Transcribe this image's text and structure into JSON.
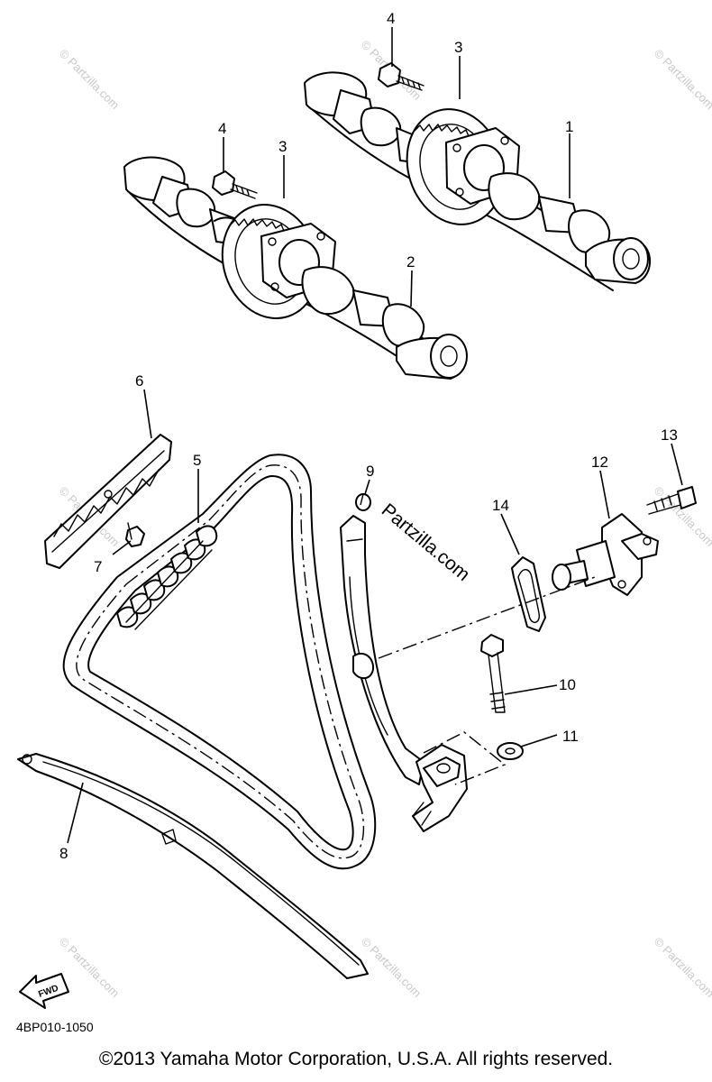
{
  "callouts": {
    "c1": "1",
    "c2": "2",
    "c3a": "3",
    "c3b": "3",
    "c4a": "4",
    "c4b": "4",
    "c5": "5",
    "c6": "6",
    "c7": "7",
    "c8": "8",
    "c9": "9",
    "c10": "10",
    "c11": "11",
    "c12": "12",
    "c13": "13",
    "c14": "14"
  },
  "watermark": {
    "brand": "Partzilla.com",
    "small": "© Partzilla.com"
  },
  "fwd_label": "FWD",
  "drawing_code": "4BP010-1050",
  "copyright": "©2013 Yamaha Motor Corporation, U.S.A. All rights reserved."
}
